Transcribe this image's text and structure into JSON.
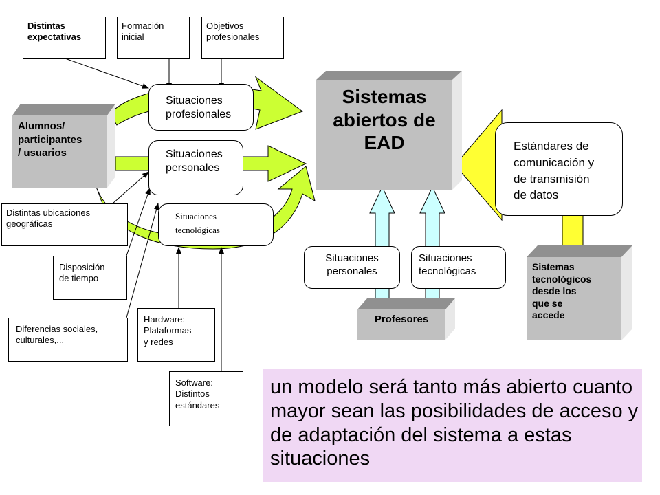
{
  "colors": {
    "green_arrow": "#ccff33",
    "yellow_arrow": "#ffff33",
    "cyan_arrow": "#ccffff",
    "cube_front": "#c0c0c0",
    "cube_top": "#909090",
    "cube_side": "#e8e8e8",
    "note_background": "#f0d8f4"
  },
  "top_boxes": {
    "distintas_expectativas": "Distintas\nexpectativas",
    "formacion_inicial": "Formación\ninicial",
    "objetivos_profesionales": "Objetivos\nprofesionales"
  },
  "situations": {
    "profesionales": "Situaciones\nprofesionales",
    "personales": "Situaciones\npersonales",
    "tecnologicas": "Situaciones\ntecnológicas"
  },
  "alumnos": "Alumnos/\nparticipantes\n/ usuarios",
  "sistemas_ead": "Sistemas\nabiertos de\nEAD",
  "estandares": "Estándares de\ncomunicación y\nde transmisión\nde datos",
  "left_boxes": {
    "ubicaciones": "Distintas ubicaciones\ngeográficas",
    "disposicion": "Disposición\nde tiempo",
    "diferencias": "Diferencias sociales,\nculturales,..."
  },
  "bottom_boxes": {
    "hardware": "Hardware:\nPlataformas\ny redes",
    "software": "Software:\nDistintos\nestándares"
  },
  "profesores_situations": {
    "personales": "Situaciones\npersonales",
    "tecnologicas": "Situaciones\ntecnológicas"
  },
  "profesores": "Profesores",
  "sistemas_tecnologicos": "Sistemas\ntecnológicos\ndesde los\nque se\naccede",
  "note": "un modelo será tanto más abierto cuanto mayor sean las posibilidades de acceso y de adaptación del sistema a estas situaciones"
}
